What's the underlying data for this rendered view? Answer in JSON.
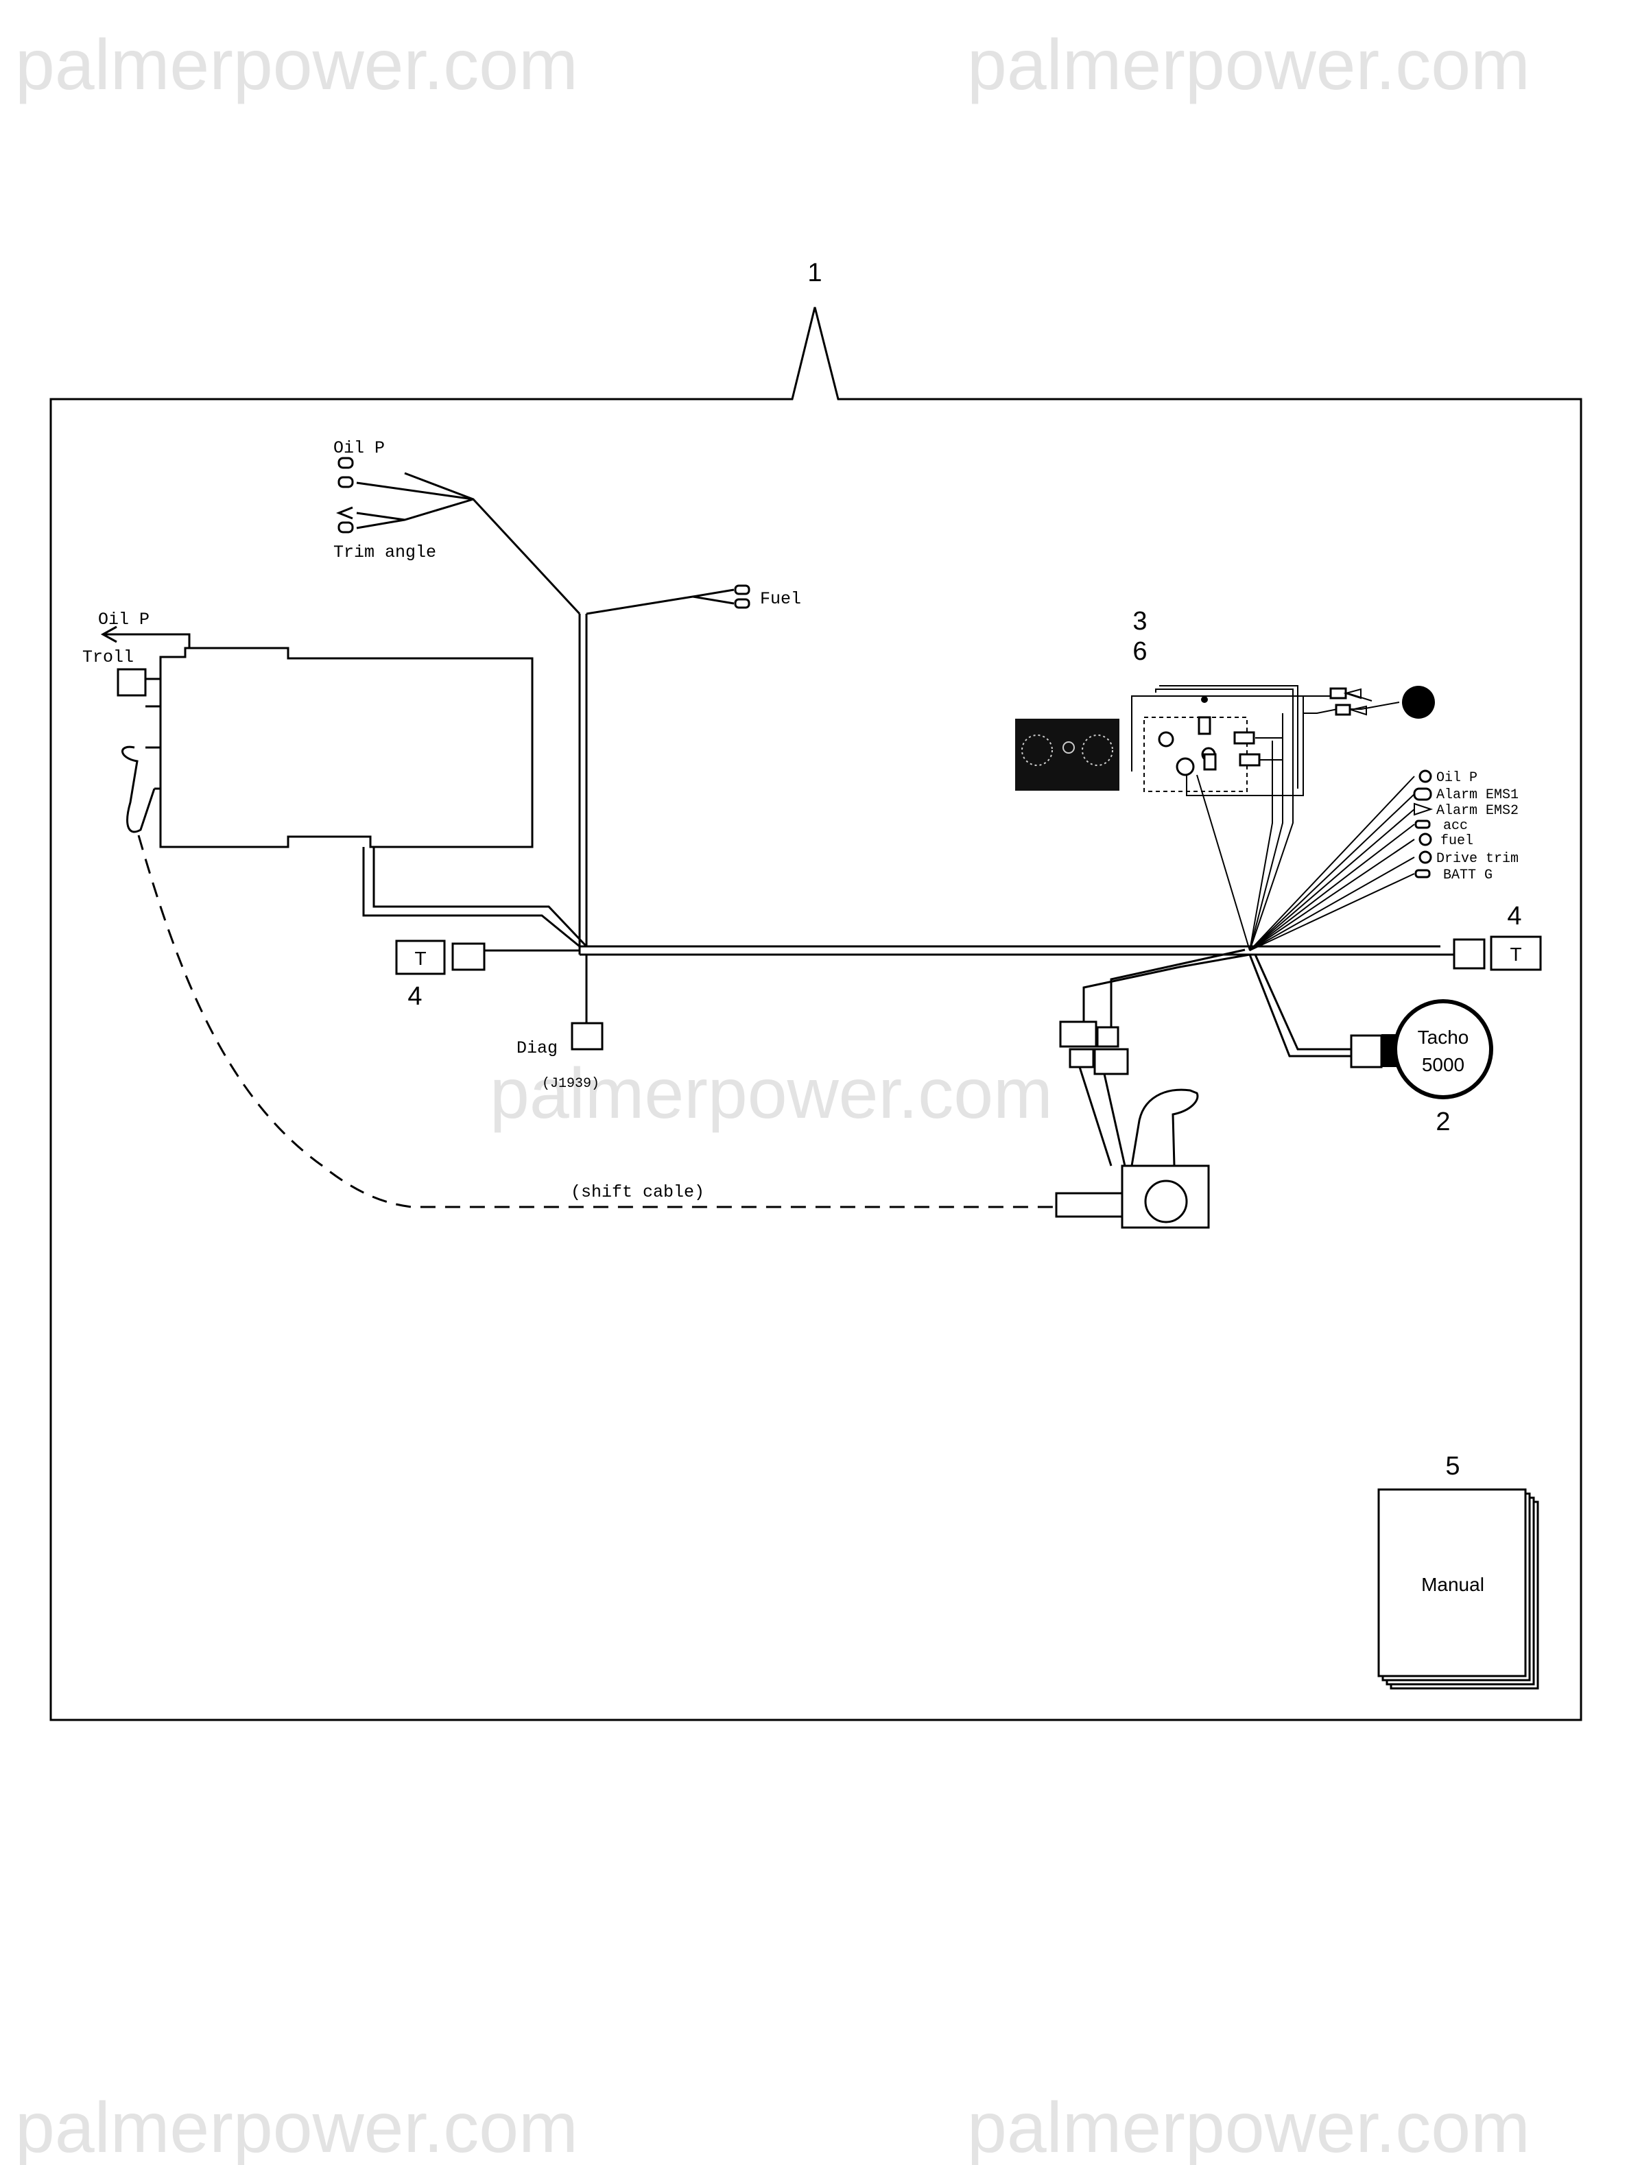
{
  "watermarks": {
    "top_left": "palmerpower.com",
    "top_right": "palmerpower.com",
    "middle": "palmerpower.com",
    "bottom_left": "palmerpower.com",
    "bottom_right": "palmerpower.com"
  },
  "callouts": {
    "kit": "1",
    "tachometer": "2",
    "panel_a": "3",
    "panel_b": "6",
    "terminator_left": "4",
    "terminator_right": "4",
    "manual": "5"
  },
  "labels": {
    "oil_p_top": "Oil P",
    "trim_angle": "Trim angle",
    "fuel": "Fuel",
    "oil_p_engine": "Oil P",
    "troll": "Troll",
    "diag": "Diag",
    "j1939": "(J1939)",
    "shift_cable": "(shift cable)",
    "terminator_t_left": "T",
    "terminator_t_right": "T",
    "tacho_line1": "Tacho",
    "tacho_line2": "5000",
    "manual": "Manual"
  },
  "panel_outputs": [
    "Oil P",
    "Alarm EMS1",
    "Alarm EMS2",
    "acc",
    "fuel",
    "Drive trim",
    "BATT G"
  ]
}
